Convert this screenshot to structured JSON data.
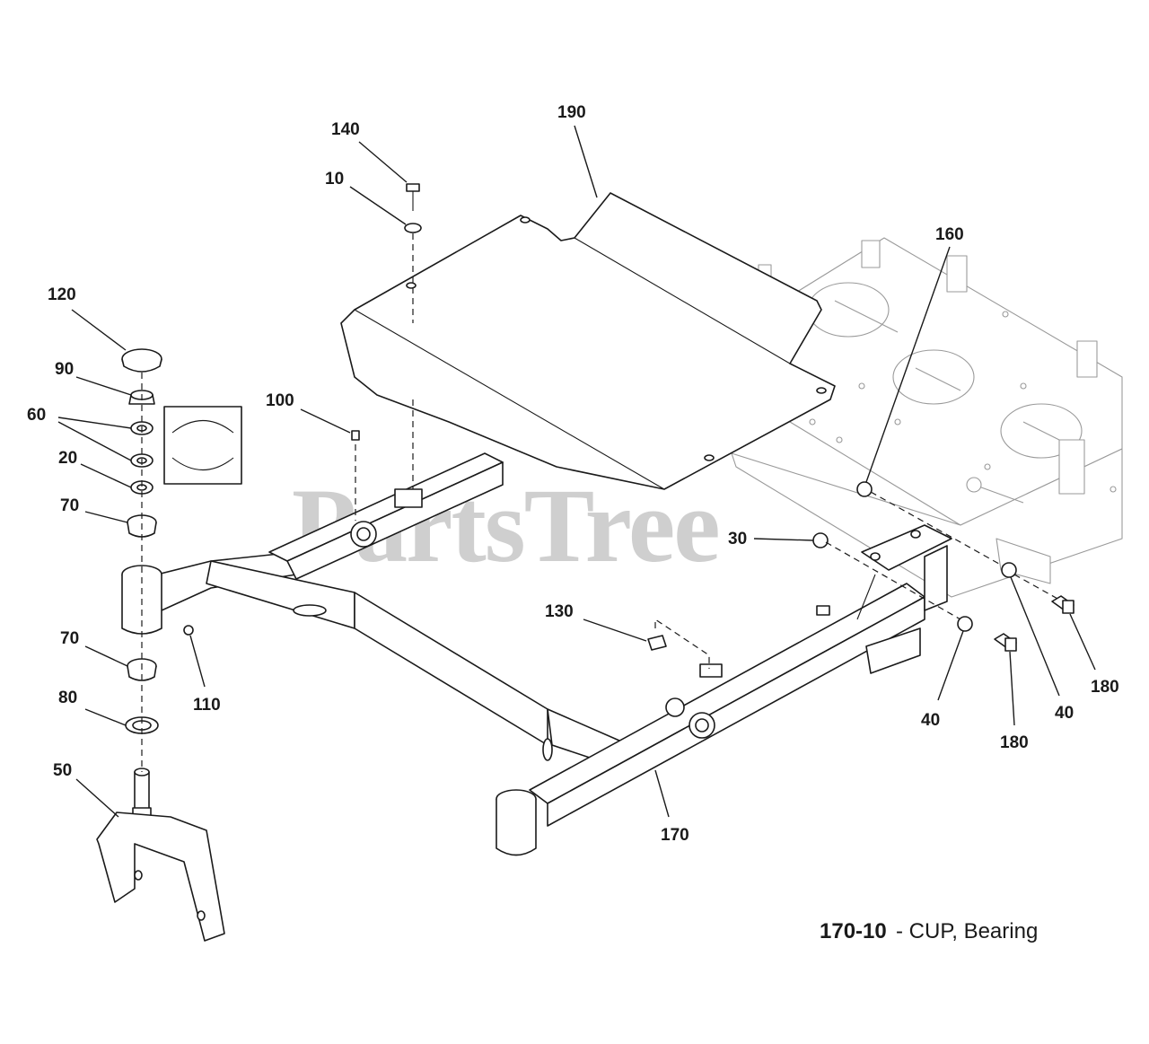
{
  "watermark": "PartsTree",
  "caption": {
    "code": "170-10",
    "description": "- CUP, Bearing"
  },
  "callouts": {
    "c140": "140",
    "c190": "190",
    "c10": "10",
    "c160": "160",
    "c120": "120",
    "c90": "90",
    "c60": "60",
    "c20": "20",
    "c70a": "70",
    "c70b": "70",
    "c80": "80",
    "c50": "50",
    "c100": "100",
    "c110": "110",
    "c30": "30",
    "c130": "130",
    "c170": "170",
    "c40a": "40",
    "c40b": "40",
    "c180a": "180",
    "c180b": "180"
  }
}
